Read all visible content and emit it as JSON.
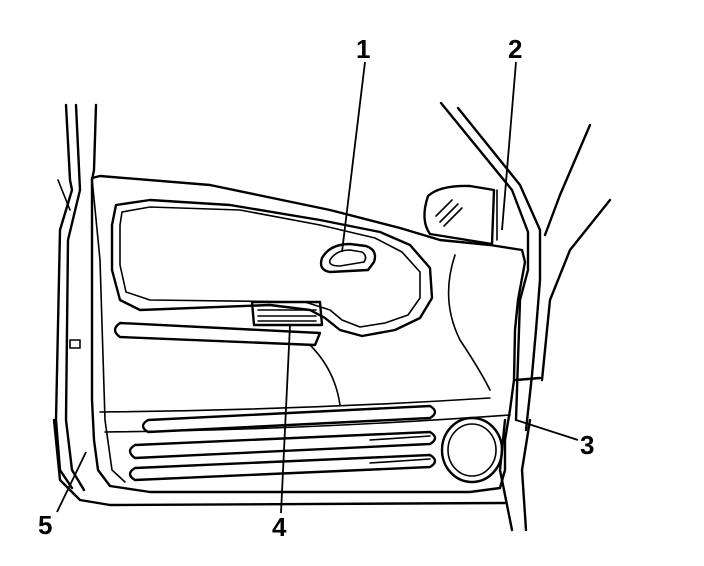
{
  "diagram": {
    "subject": "door-trim-panel",
    "callouts": [
      {
        "id": "c1",
        "label": "1",
        "target": "window-switch"
      },
      {
        "id": "c2",
        "label": "2",
        "target": "mirror-mount"
      },
      {
        "id": "c3",
        "label": "3",
        "target": "panel-rear-edge"
      },
      {
        "id": "c4",
        "label": "4",
        "target": "door-handle"
      },
      {
        "id": "c5",
        "label": "5",
        "target": "panel-lower-edge"
      }
    ],
    "colors": {
      "line": "#000000",
      "background": "#ffffff"
    }
  }
}
